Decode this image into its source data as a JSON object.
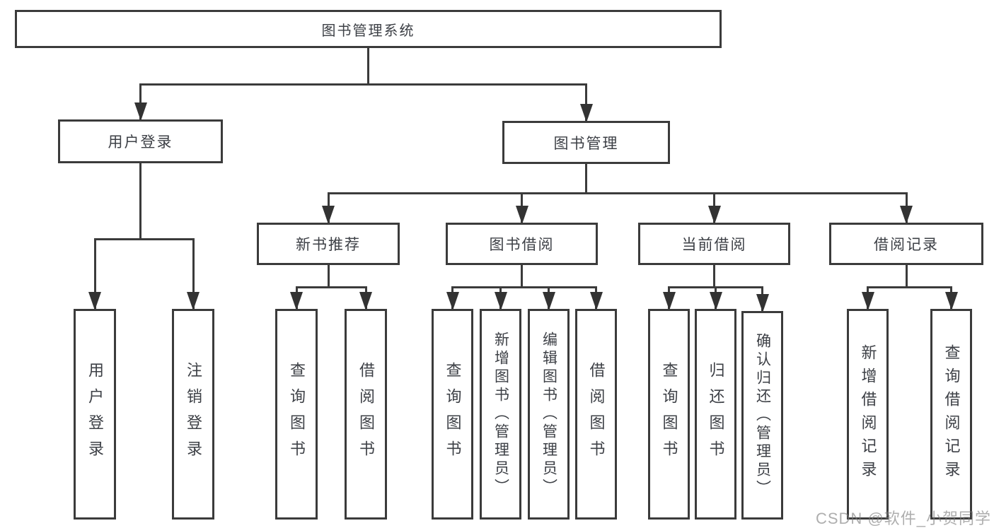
{
  "diagram": {
    "title": "图书管理系统",
    "watermark": "CSDN @软件_小贺同学",
    "colors": {
      "line": "#3b3b3b",
      "box_border": "#3b3b3b",
      "text": "#3d4046",
      "background": "#ffffff",
      "watermark": "#7d7d7d"
    },
    "nodes": [
      {
        "id": "root",
        "label": "图书管理系统",
        "level": 1
      },
      {
        "id": "user-login-group",
        "label": "用户登录",
        "level": 2
      },
      {
        "id": "book-mgmt",
        "label": "图书管理",
        "level": 2
      },
      {
        "id": "new-book-recommend",
        "label": "新书推荐",
        "level": 3
      },
      {
        "id": "book-borrowing",
        "label": "图书借阅",
        "level": 3
      },
      {
        "id": "current-borrowing",
        "label": "当前借阅",
        "level": 3
      },
      {
        "id": "borrowing-records",
        "label": "借阅记录",
        "level": 3
      },
      {
        "id": "login",
        "label": "用户登录",
        "level": 4
      },
      {
        "id": "logout",
        "label": "注销登录",
        "level": 4
      },
      {
        "id": "rec-query-books",
        "label": "查询图书",
        "level": 4
      },
      {
        "id": "rec-borrow-books",
        "label": "借阅图书",
        "level": 4
      },
      {
        "id": "bb-query-books",
        "label": "查询图书",
        "level": 4
      },
      {
        "id": "bb-add-books",
        "label": "新增图书（管理员）",
        "level": 4
      },
      {
        "id": "bb-edit-books",
        "label": "编辑图书（管理员）",
        "level": 4
      },
      {
        "id": "bb-borrow-books",
        "label": "借阅图书",
        "level": 4
      },
      {
        "id": "cb-query-books",
        "label": "查询图书",
        "level": 4
      },
      {
        "id": "cb-return-books",
        "label": "归还图书",
        "level": 4
      },
      {
        "id": "cb-confirm-return",
        "label": "确认归还（管理员）",
        "level": 4
      },
      {
        "id": "br-add-record",
        "label": "新增借阅记录",
        "level": 4
      },
      {
        "id": "br-query-record",
        "label": "查询借阅记录",
        "level": 4
      }
    ],
    "hierarchy": [
      {
        "parent": "root",
        "children": [
          "user-login-group",
          "book-mgmt"
        ]
      },
      {
        "parent": "user-login-group",
        "children": [
          "login",
          "logout"
        ]
      },
      {
        "parent": "book-mgmt",
        "children": [
          "new-book-recommend",
          "book-borrowing",
          "current-borrowing",
          "borrowing-records"
        ]
      },
      {
        "parent": "new-book-recommend",
        "children": [
          "rec-query-books",
          "rec-borrow-books"
        ]
      },
      {
        "parent": "book-borrowing",
        "children": [
          "bb-query-books",
          "bb-add-books",
          "bb-edit-books",
          "bb-borrow-books"
        ]
      },
      {
        "parent": "current-borrowing",
        "children": [
          "cb-query-books",
          "cb-return-books",
          "cb-confirm-return"
        ]
      },
      {
        "parent": "borrowing-records",
        "children": [
          "br-add-record",
          "br-query-record"
        ]
      }
    ]
  }
}
